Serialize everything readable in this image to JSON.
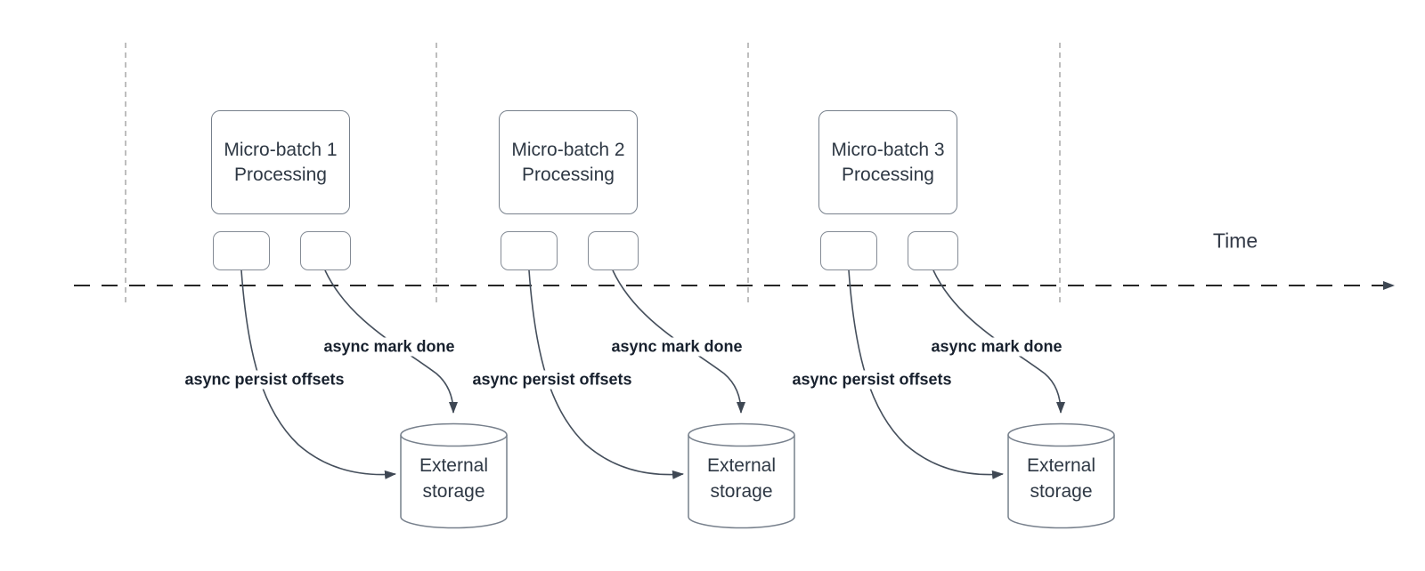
{
  "diagram": {
    "time_axis_label": "Time",
    "groups": [
      {
        "process_label": "Micro-batch 1\nProcessing",
        "persist_arrow_label": "async persist offsets",
        "done_arrow_label": "async mark done",
        "storage_label": "External\nstorage"
      },
      {
        "process_label": "Micro-batch 2\nProcessing",
        "persist_arrow_label": "async persist offsets",
        "done_arrow_label": "async mark done",
        "storage_label": "External\nstorage"
      },
      {
        "process_label": "Micro-batch 3\nProcessing",
        "persist_arrow_label": "async persist offsets",
        "done_arrow_label": "async mark done",
        "storage_label": "External\nstorage"
      }
    ],
    "colors": {
      "background": "#ffffff",
      "node_border": "#77808c",
      "node_text": "#2e3844",
      "arrow_stroke": "#454f5c",
      "arrowhead_fill": "#3e4753",
      "bold_label_text": "#18212e",
      "timeline_stroke": "#262626",
      "gridline_stroke": "#a9a9a9"
    }
  }
}
